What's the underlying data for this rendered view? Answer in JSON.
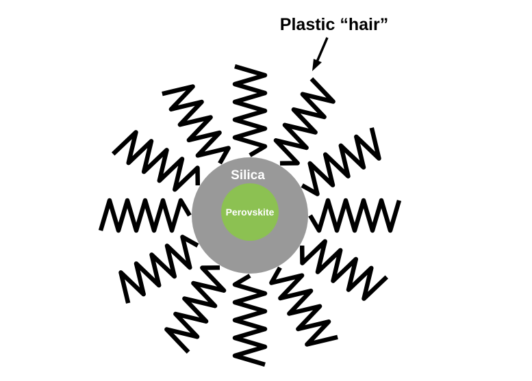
{
  "labels": {
    "hair": "Plastic “hair”",
    "shell": "Silica",
    "core": "Perovskite"
  },
  "colors": {
    "background": "#ffffff",
    "hair": "#000000",
    "shell": "#999999",
    "core": "#8cc152",
    "label_on_shell": "#ffffff",
    "label_text": "#000000"
  },
  "icons": {
    "arrow": "arrow-icon"
  },
  "hair_count": 12
}
